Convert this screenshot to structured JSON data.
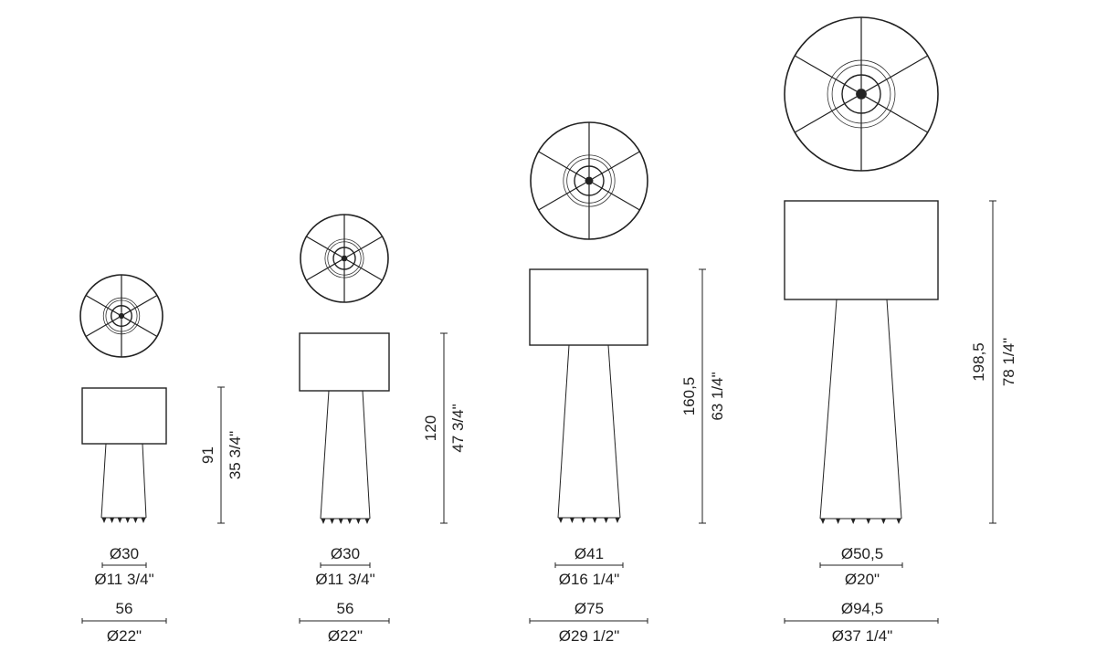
{
  "lamps": [
    {
      "height_cm": "91",
      "height_in": "35 3/4\"",
      "base_cm": "Ø30",
      "base_in": "Ø11 3/4\"",
      "shade_cm": "56",
      "shade_in": "Ø22\""
    },
    {
      "height_cm": "120",
      "height_in": "47 3/4\"",
      "base_cm": "Ø30",
      "base_in": "Ø11 3/4\"",
      "shade_cm": "56",
      "shade_in": "Ø22\""
    },
    {
      "height_cm": "160,5",
      "height_in": "63 1/4\"",
      "base_cm": "Ø41",
      "base_in": "Ø16 1/4\"",
      "shade_cm": "Ø75",
      "shade_in": "Ø29 1/2\""
    },
    {
      "height_cm": "198,5",
      "height_in": "78 1/4\"",
      "base_cm": "Ø50,5",
      "base_in": "Ø20\"",
      "shade_cm": "Ø94,5",
      "shade_in": "Ø37 1/4\""
    }
  ]
}
